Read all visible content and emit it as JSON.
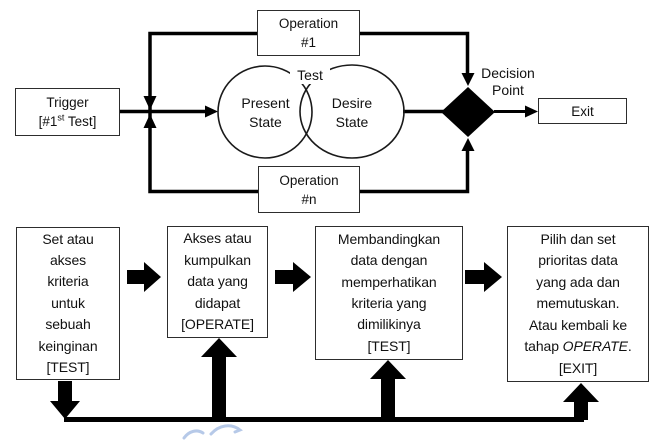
{
  "flow": {
    "operation_1": {
      "line1": "Operation",
      "line2": "#1"
    },
    "operation_n": {
      "line1": "Operation",
      "line2": "#n"
    },
    "trigger": {
      "line1": "Trigger",
      "line2_pre": "[#1",
      "line2_sup": "st",
      "line2_post": " Test]"
    },
    "test_label": "Test",
    "present_state": {
      "line1": "Present",
      "line2": "State"
    },
    "desire_state": {
      "line1": "Desire",
      "line2": "State"
    },
    "decision_point": {
      "line1": "Decision",
      "line2": "Point"
    },
    "exit_label": "Exit"
  },
  "steps": {
    "step1": {
      "lines": [
        "Set atau",
        "akses",
        "kriteria",
        "untuk",
        "sebuah",
        "keinginan",
        "[TEST]"
      ]
    },
    "step2": {
      "lines": [
        "Akses atau",
        "kumpulkan",
        "data yang",
        "didapat",
        "[OPERATE]"
      ]
    },
    "step3": {
      "lines": [
        "Membandingkan",
        "data dengan",
        "memperhatikan",
        "kriteria yang",
        "dimilikinya",
        "[TEST]"
      ]
    },
    "step4": {
      "lines": [
        "Pilih dan set",
        "prioritas data",
        "yang ada dan",
        "memutuskan.",
        "Atau kembali ke"
      ],
      "line6_pre": "tahap ",
      "line6_italic": "OPERATE",
      "line6_post": ".",
      "line7": "[EXIT]"
    }
  },
  "colors": {
    "line": "#000000",
    "box_border": "#2d2d2d",
    "watermark": "#b6c9e8",
    "background": "#ffffff"
  }
}
